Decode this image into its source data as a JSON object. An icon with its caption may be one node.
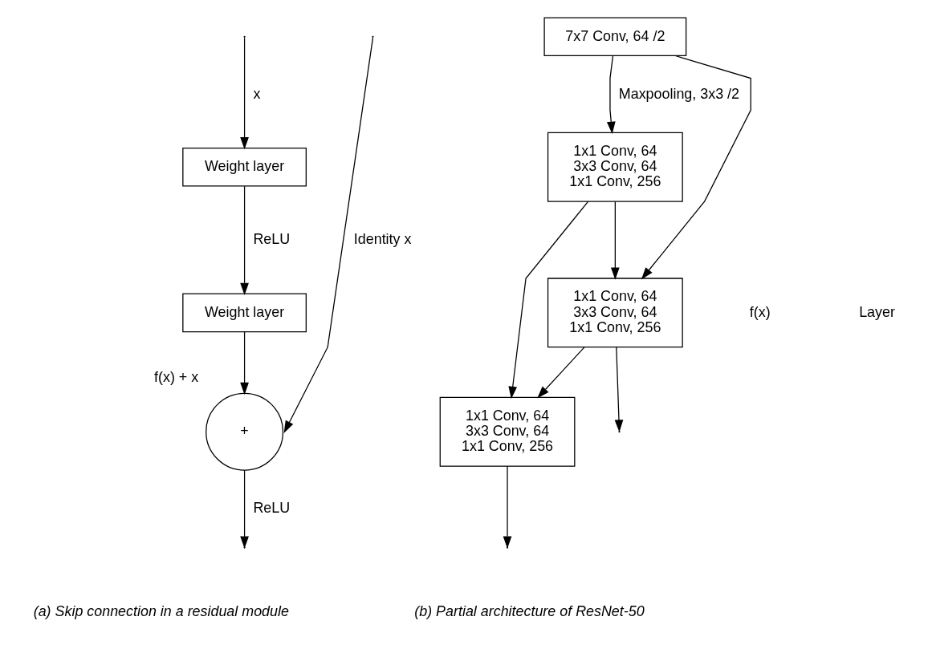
{
  "diagram": {
    "nodes": [
      {
        "text": [
          "Weight layer"
        ]
      },
      {
        "text": [
          "Weight layer"
        ]
      },
      {
        "text": [
          "+"
        ],
        "beside": [
          "f(x) + x"
        ]
      },
      {
        "text": [
          "7x7 Conv, 64 /2"
        ]
      },
      {
        "text": [
          "1x1 Conv, 64",
          "3x3 Conv, 64",
          "1x1 Conv, 256"
        ]
      },
      {
        "text": [
          "1x1 Conv, 64",
          "3x3 Conv, 64",
          "1x1 Conv, 256"
        ]
      },
      {
        "text": [
          "1x1 Conv, 64",
          "3x3 Conv, 64",
          "1x1 Conv, 256"
        ]
      }
    ],
    "edges": [
      {
        "from": null,
        "to": 0,
        "arrow": "to",
        "label": "x"
      },
      {
        "from": 0,
        "to": 1,
        "arrow": "to",
        "label": "ReLU"
      },
      {
        "from": 1,
        "to": 2,
        "arrow": "to"
      },
      {
        "from": null,
        "to": 2,
        "arrow": "to",
        "label": "Identity x"
      },
      {
        "from": 2,
        "to": null,
        "arrow": "to",
        "label": "ReLU"
      },
      {
        "from": 3,
        "to": 4,
        "arrow": "to",
        "label": "Maxpooling, 3x3 /2"
      },
      {
        "from": 4,
        "to": 5,
        "arrow": "to"
      },
      {
        "from": 5,
        "to": 6,
        "arrow": "to"
      },
      {
        "from": 6,
        "to": null,
        "arrow": "to"
      },
      {
        "from": 3,
        "to": 5,
        "arrow": "to"
      },
      {
        "from": 4,
        "to": 6,
        "arrow": "to"
      },
      {
        "from": 5,
        "to": null,
        "arrow": "to"
      }
    ],
    "labels": [
      "f(x)",
      "Layer",
      "(a) Skip connection in a residual module",
      "(b) Partial architecture of ResNet-50"
    ]
  }
}
